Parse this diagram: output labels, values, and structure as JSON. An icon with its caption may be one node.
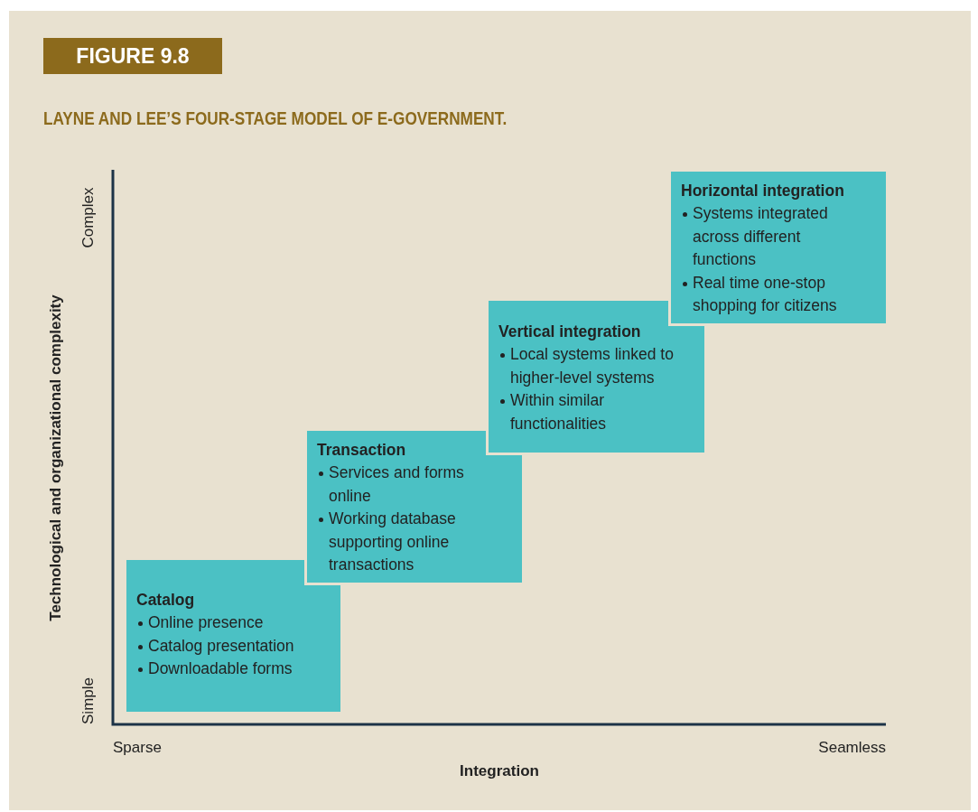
{
  "diagram": {
    "title": "LAYNE AND LEE’S FOUR-STAGE MODEL OF E-GOVERNMENT.",
    "nodes": [
      {
        "text": [
          "Catalog",
          "Online presence",
          "Catalog presentation",
          "Downloadable forms"
        ]
      },
      {
        "text": [
          "Transaction",
          "Services and forms online",
          "Working database supporting online transactions"
        ]
      },
      {
        "text": [
          "Vertical integration",
          "Local systems linked to higher-level systems",
          "Within similar functionalities"
        ]
      },
      {
        "text": [
          "Horizontal integration",
          "Systems integrated across different functions",
          "Real time one-stop shopping for citizens"
        ]
      }
    ],
    "labels": [
      "FIGURE 9.8",
      "Complex",
      "Technological and organizational complexity",
      "Simple",
      "Sparse",
      "Seamless",
      "Integration"
    ]
  }
}
